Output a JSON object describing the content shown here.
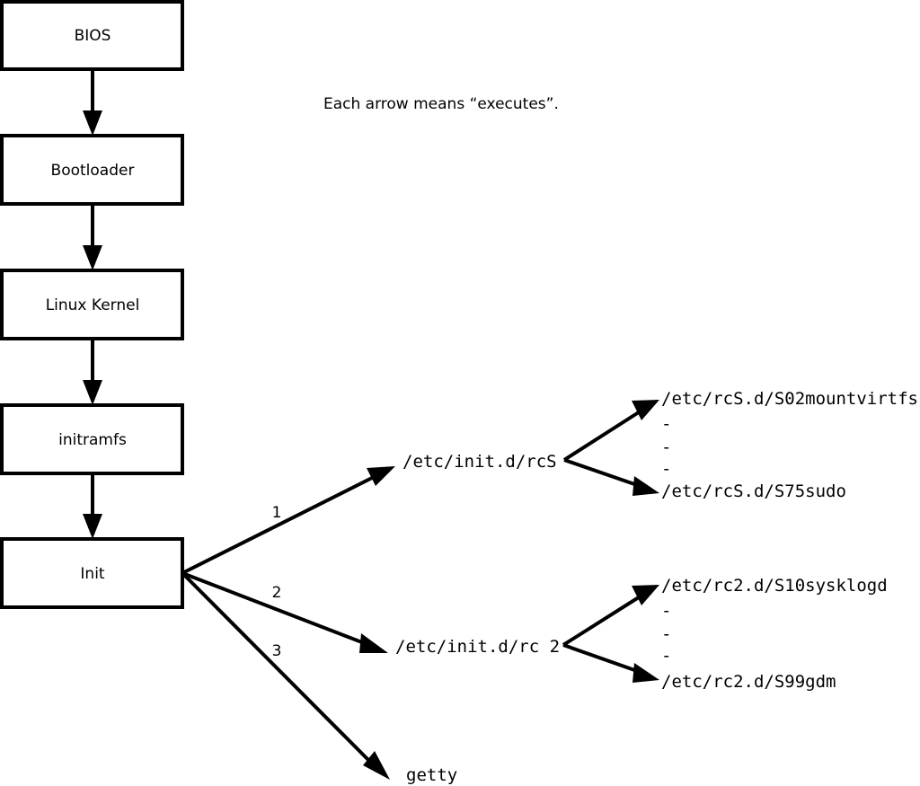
{
  "caption": {
    "text": "Each arrow means “executes”."
  },
  "colors": {
    "stroke": "#000000",
    "fill": "#ffffff",
    "background": "#ffffff"
  },
  "boot_chain": {
    "nodes": [
      {
        "id": "bios",
        "label": "BIOS"
      },
      {
        "id": "bootloader",
        "label": "Bootloader"
      },
      {
        "id": "kernel",
        "label": "Linux Kernel"
      },
      {
        "id": "initramfs",
        "label": "initramfs"
      },
      {
        "id": "init",
        "label": "Init"
      }
    ]
  },
  "init_branches": [
    {
      "number": "1",
      "target": "/etc/init.d/rcS"
    },
    {
      "number": "2",
      "target": "/etc/init.d/rc 2"
    },
    {
      "number": "3",
      "target": "getty"
    }
  ],
  "rcs_scripts": {
    "first": "/etc/rcS.d/S02mountvirtfs",
    "ellipsis": [
      "-",
      "-",
      "-"
    ],
    "last": "/etc/rcS.d/S75sudo"
  },
  "rc2_scripts": {
    "first": "/etc/rc2.d/S10sysklogd",
    "ellipsis": [
      "-",
      "-",
      "-"
    ],
    "last": "/etc/rc2.d/S99gdm"
  }
}
